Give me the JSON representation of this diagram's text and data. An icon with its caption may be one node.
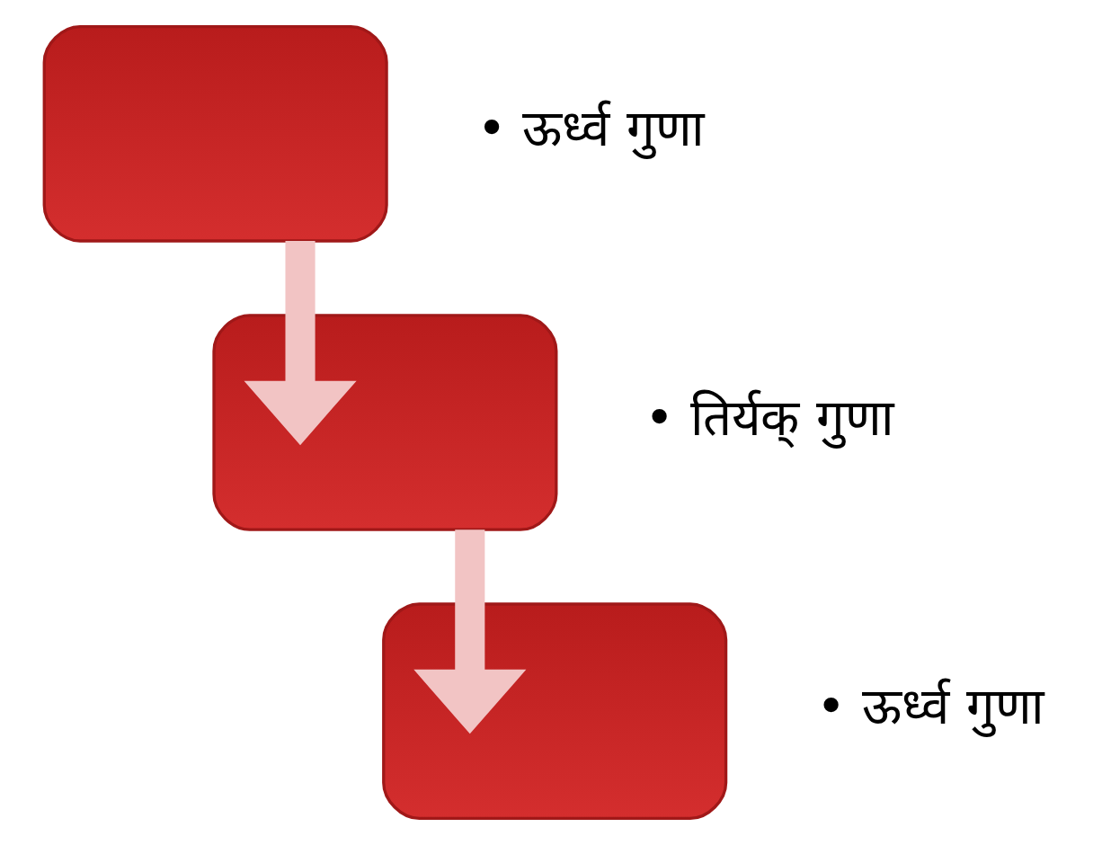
{
  "diagram": {
    "nodes": [
      {
        "text": [],
        "shape": "box",
        "beside": [
          "• ऊर्ध्व गुणा"
        ]
      },
      {
        "text": [],
        "shape": "box",
        "beside": [
          "• तिर्यक् गुणा"
        ]
      },
      {
        "text": [],
        "shape": "box",
        "beside": [
          "• ऊर्ध्व गुणा"
        ]
      }
    ],
    "edges": [
      {
        "from": 0,
        "to": 1,
        "arrow": "to"
      },
      {
        "from": 1,
        "to": 2,
        "arrow": "to"
      }
    ]
  }
}
